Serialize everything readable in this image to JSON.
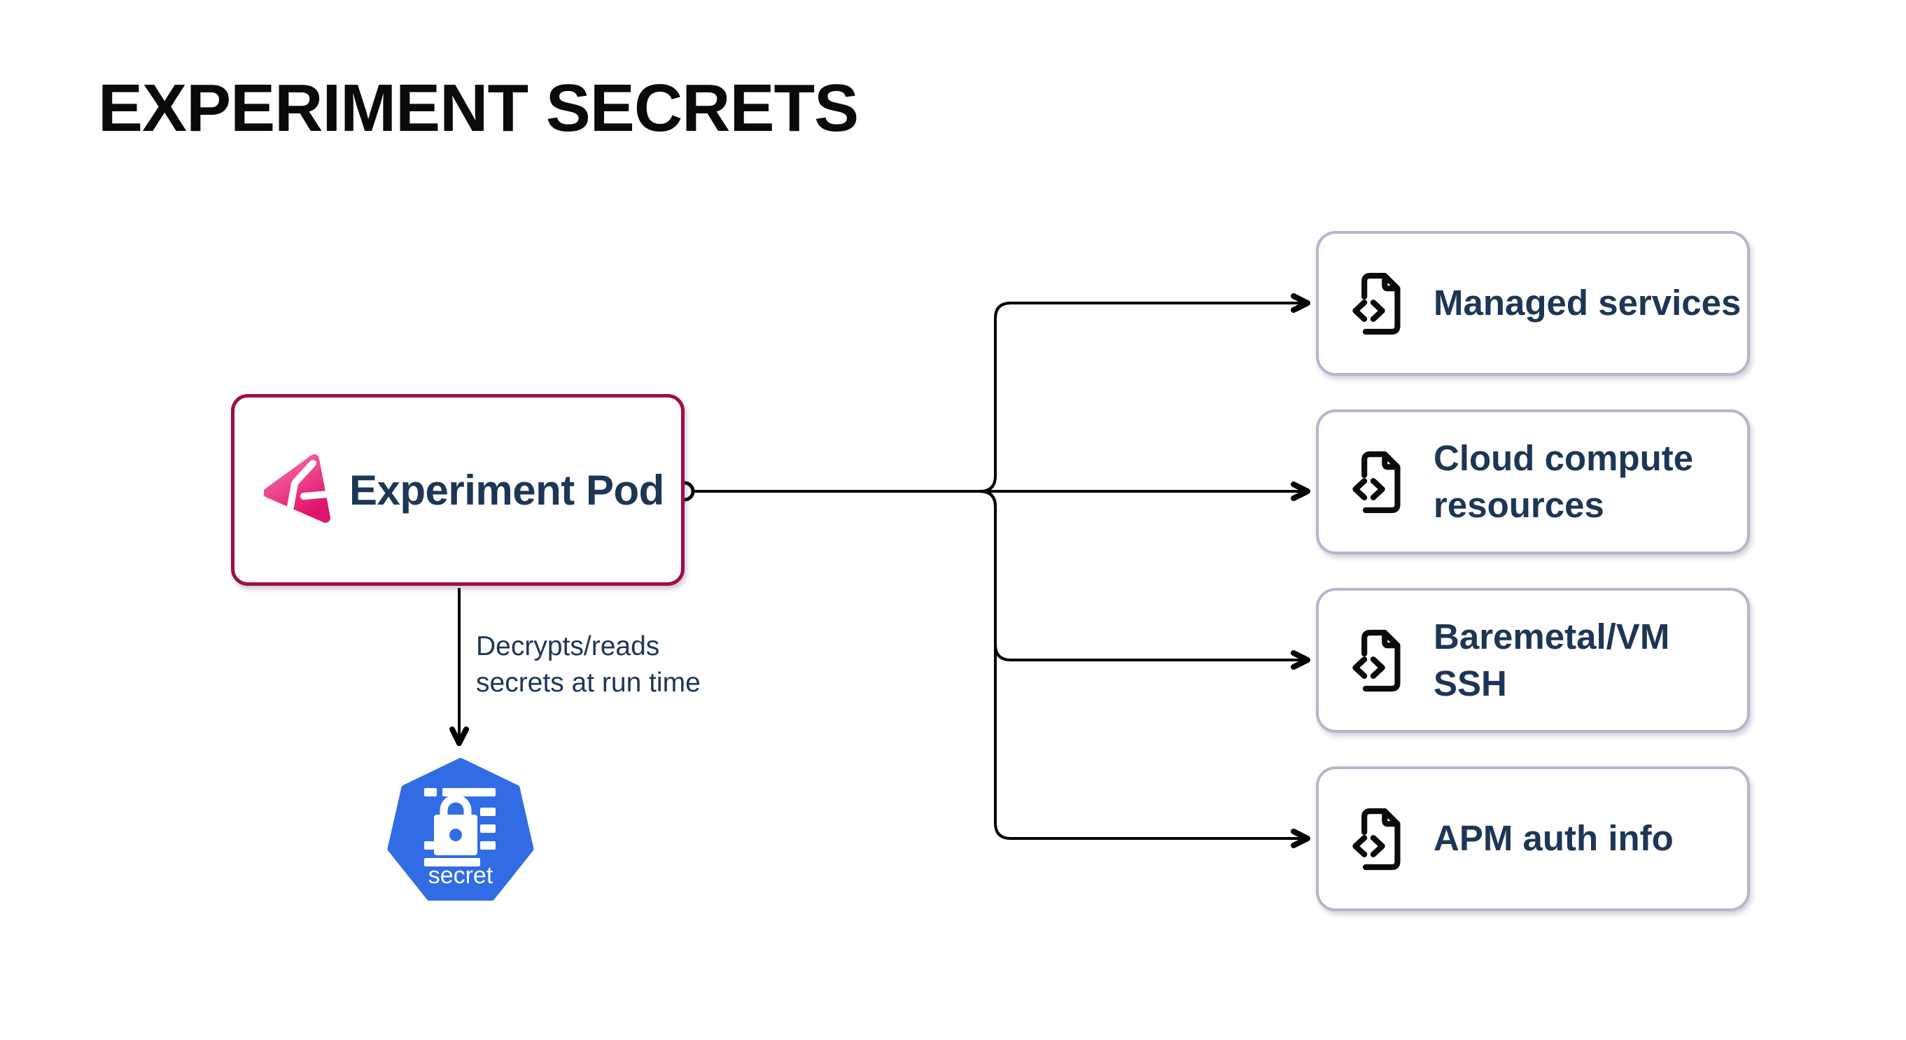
{
  "title": "EXPERIMENT SECRETS",
  "pod": {
    "label": "Experiment Pod",
    "icon": "litmus-chaos-logo"
  },
  "annotation": {
    "line1": "Decrypts/reads",
    "line2": "secrets at run time"
  },
  "secret_node": {
    "label": "secret",
    "icon": "kubernetes-secret"
  },
  "targets": [
    {
      "label": "Managed services",
      "icon": "file-code"
    },
    {
      "label": "Cloud compute resources",
      "icon": "file-code"
    },
    {
      "label": "Baremetal/VM SSH",
      "icon": "file-code"
    },
    {
      "label": "APM auth info",
      "icon": "file-code"
    }
  ],
  "colors": {
    "title_text": "#0A0A0A",
    "pod_border": "#A00D48",
    "node_text": "#1E3655",
    "target_border": "#B3B6CC",
    "connector": "#000000",
    "kubernetes_blue": "#326CE5",
    "litmus_pink_light": "#F973AC",
    "litmus_pink_dark": "#E0146C"
  }
}
